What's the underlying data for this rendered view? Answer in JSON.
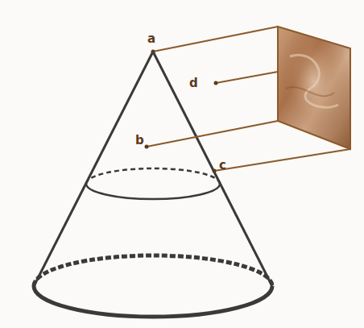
{
  "diagram": {
    "labels": [
      "a",
      "d",
      "b",
      "c"
    ]
  }
}
